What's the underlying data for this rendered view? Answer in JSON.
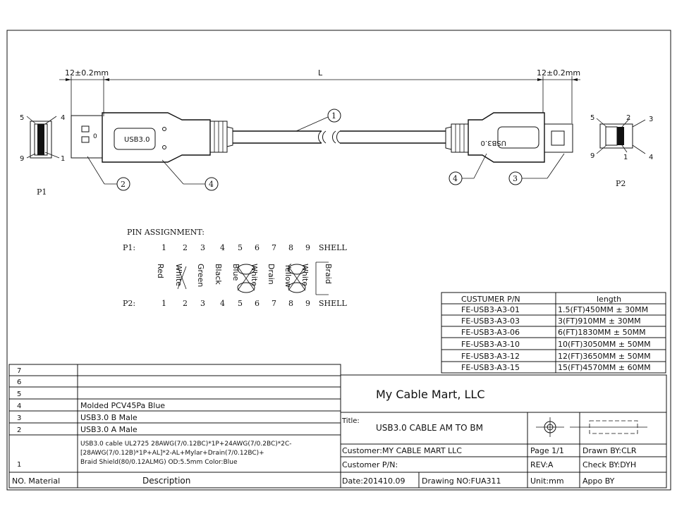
{
  "drawing": {
    "dims": {
      "left_tol": "12±0.2mm",
      "length": "L",
      "right_tol": "12±0.2mm"
    },
    "p1": {
      "label": "P1",
      "pins": [
        "5",
        "4",
        "9",
        "1"
      ],
      "plug_text": "USB3.0"
    },
    "p2": {
      "label": "P2",
      "pins": [
        "5",
        "2",
        "3",
        "9",
        "1",
        "4"
      ],
      "plug_text": "USB3.0"
    },
    "callouts": [
      "1",
      "2",
      "3",
      "4",
      "4"
    ]
  },
  "pin_assignment": {
    "title": "PIN ASSIGNMENT:",
    "p1_label": "P1:",
    "p2_label": "P2:",
    "pins": [
      "1",
      "2",
      "3",
      "4",
      "5",
      "6",
      "7",
      "8",
      "9",
      "SHELL"
    ],
    "wire_colors": [
      "Red",
      "White",
      "Green",
      "Black",
      "Blue",
      "White",
      "Drain",
      "Yellow",
      "White",
      "Braid"
    ]
  },
  "length_table": {
    "headers": [
      "CUSTUMER P/N",
      "length"
    ],
    "rows": [
      [
        "FE-USB3-A3-01",
        "1.5(FT)450MM ± 30MM"
      ],
      [
        "FE-USB3-A3-03",
        "3(FT)910MM ± 30MM"
      ],
      [
        "FE-USB3-A3-06",
        "6(FT)1830MM ± 50MM"
      ],
      [
        "FE-USB3-A3-10",
        "10(FT)3050MM ± 50MM"
      ],
      [
        "FE-USB3-A3-12",
        "12(FT)3650MM ± 50MM"
      ],
      [
        "FE-USB3-A3-15",
        "15(FT)4570MM ± 60MM"
      ]
    ]
  },
  "bom": {
    "rows": [
      {
        "no": "7",
        "desc": ""
      },
      {
        "no": "6",
        "desc": ""
      },
      {
        "no": "5",
        "desc": ""
      },
      {
        "no": "4",
        "desc": "Molded PCV45Pa Blue"
      },
      {
        "no": "3",
        "desc": "USB3.0 B Male"
      },
      {
        "no": "2",
        "desc": "USB3.0 A Male"
      },
      {
        "no": "1",
        "desc_lines": [
          "USB3.0 cable UL2725 28AWG(7/0.12BC)*1P+24AWG(7/0.2BC)*2C-",
          "[28AWG(7/0.12B)*1P+AL]*2-AL+Mylar+Drain(7/0.12BC)+",
          "Braid Shield(80/0.12ALMG) OD:5.5mm Color:Blue"
        ]
      }
    ],
    "header_no": "NO. Material",
    "header_desc": "Description"
  },
  "title_block": {
    "company": "My Cable Mart, LLC",
    "title_label": "Title:",
    "title_value": "USB3.0 CABLE  AM TO BM",
    "customer": "Customer:MY CABLE MART LLC",
    "customer_pn": "Customer P/N:",
    "date": "Date:201410.09",
    "drawing_no": "Drawing NO:FUA311",
    "page": "Page 1/1",
    "rev": "REV:A",
    "unit": "Unit:mm",
    "drawn_by": "Drawn BY:CLR",
    "check_by": "Check BY:DYH",
    "appo_by": "Appo BY"
  }
}
